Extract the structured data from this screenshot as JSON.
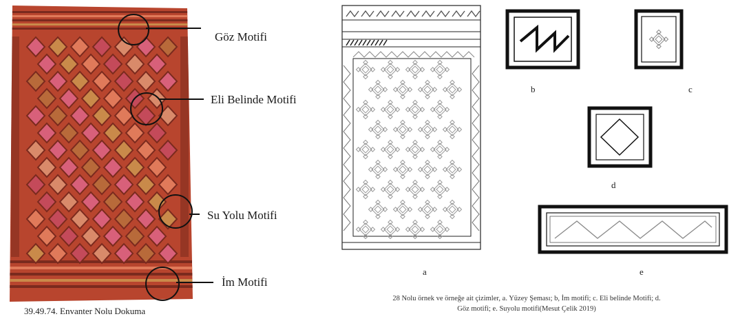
{
  "motif_labels": {
    "goz": "Göz Motifi",
    "eli_belinde": "Eli Belinde Motifi",
    "su_yolu": "Su Yolu Motifi",
    "im": "İm Motifi"
  },
  "photo_caption": "39.49.74. Envanter Nolu Dokuma",
  "panel_letters": {
    "a": "a",
    "b": "b",
    "c": "c",
    "d": "d",
    "e": "e"
  },
  "drawings_caption": {
    "line1": "28 Nolu örnek ve örneğe ait çizimler, a. Yüzey Şeması; b, İm motifi; c. Eli belinde Motifi; d.",
    "line2": "Göz motifi; e. Suyolu motifi(Mesut Çelik 2019)"
  },
  "colors": {
    "rug_base": "#b8452e",
    "rug_dark": "#7a2a1e",
    "rug_light": "#e07a5a",
    "rug_ochre": "#c98a4a",
    "rug_pink": "#d8607a",
    "line": "#222222",
    "motif_grey": "#9a9a9a"
  }
}
